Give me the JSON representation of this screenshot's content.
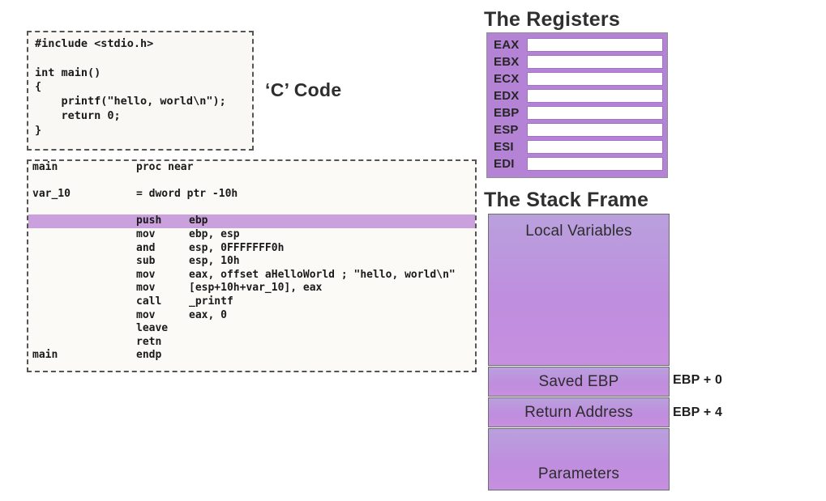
{
  "c_code": {
    "label": "‘C’ Code",
    "source": "#include <stdio.h>\n\nint main()\n{\n    printf(\"hello, world\\n\");\n    return 0;\n}"
  },
  "assembly": {
    "lines": [
      {
        "label": "main",
        "mnemonic": "proc near",
        "operands": "",
        "highlight": false
      },
      {
        "label": "",
        "mnemonic": "",
        "operands": "",
        "highlight": false
      },
      {
        "label": "var_10",
        "mnemonic": "= dword ptr -10h",
        "operands": "",
        "highlight": false
      },
      {
        "label": "",
        "mnemonic": "",
        "operands": "",
        "highlight": false
      },
      {
        "label": "",
        "mnemonic": "push",
        "operands": "ebp",
        "highlight": true
      },
      {
        "label": "",
        "mnemonic": "mov",
        "operands": "ebp, esp",
        "highlight": false
      },
      {
        "label": "",
        "mnemonic": "and",
        "operands": "esp, 0FFFFFFF0h",
        "highlight": false
      },
      {
        "label": "",
        "mnemonic": "sub",
        "operands": "esp, 10h",
        "highlight": false
      },
      {
        "label": "",
        "mnemonic": "mov",
        "operands": "eax, offset aHelloWorld ; \"hello, world\\n\"",
        "highlight": false
      },
      {
        "label": "",
        "mnemonic": "mov",
        "operands": "[esp+10h+var_10], eax",
        "highlight": false
      },
      {
        "label": "",
        "mnemonic": "call",
        "operands": "_printf",
        "highlight": false
      },
      {
        "label": "",
        "mnemonic": "mov",
        "operands": "eax, 0",
        "highlight": false
      },
      {
        "label": "",
        "mnemonic": "leave",
        "operands": "",
        "highlight": false
      },
      {
        "label": "",
        "mnemonic": "retn",
        "operands": "",
        "highlight": false
      },
      {
        "label": "main",
        "mnemonic": "endp",
        "operands": "",
        "highlight": false
      }
    ],
    "highlight_color": "#caa1dc"
  },
  "registers": {
    "heading": "The Registers",
    "items": [
      {
        "name": "EAX",
        "value": ""
      },
      {
        "name": "EBX",
        "value": ""
      },
      {
        "name": "ECX",
        "value": ""
      },
      {
        "name": "EDX",
        "value": ""
      },
      {
        "name": "EBP",
        "value": ""
      },
      {
        "name": "ESP",
        "value": ""
      },
      {
        "name": "ESI",
        "value": ""
      },
      {
        "name": "EDI",
        "value": ""
      }
    ],
    "panel_color": "#b483d6"
  },
  "stack_frame": {
    "heading": "The Stack Frame",
    "blocks": [
      {
        "label": "Local Variables",
        "offset_note": ""
      },
      {
        "label": "Saved EBP",
        "offset_note": "EBP + 0"
      },
      {
        "label": "Return Address",
        "offset_note": "EBP + 4"
      },
      {
        "label": "Parameters",
        "offset_note": ""
      }
    ]
  }
}
